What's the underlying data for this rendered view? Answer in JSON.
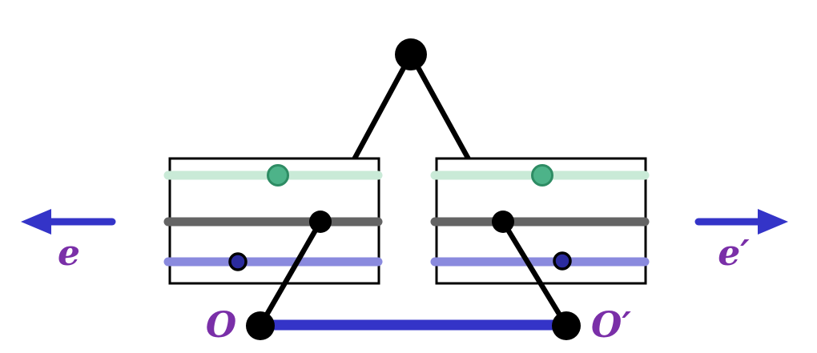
{
  "diagram": {
    "title": "fiber-bundle-identification-diagram",
    "labels": {
      "left_axis": "e",
      "right_axis": "e′",
      "origin_left": "O",
      "origin_right": "O′"
    },
    "colors": {
      "black": "#000000",
      "box_fill": "#ffffff",
      "mint_bar": "#c9ead7",
      "teal_dot_fill": "#4db389",
      "teal_dot_stroke": "#2e8c64",
      "gray_bar": "#646464",
      "periwinkle_bar": "#8a8ade",
      "navy_dot_fill": "#2b2b9e",
      "blue_accent": "#3434c8",
      "label_purple": "#7a2fa8"
    }
  }
}
